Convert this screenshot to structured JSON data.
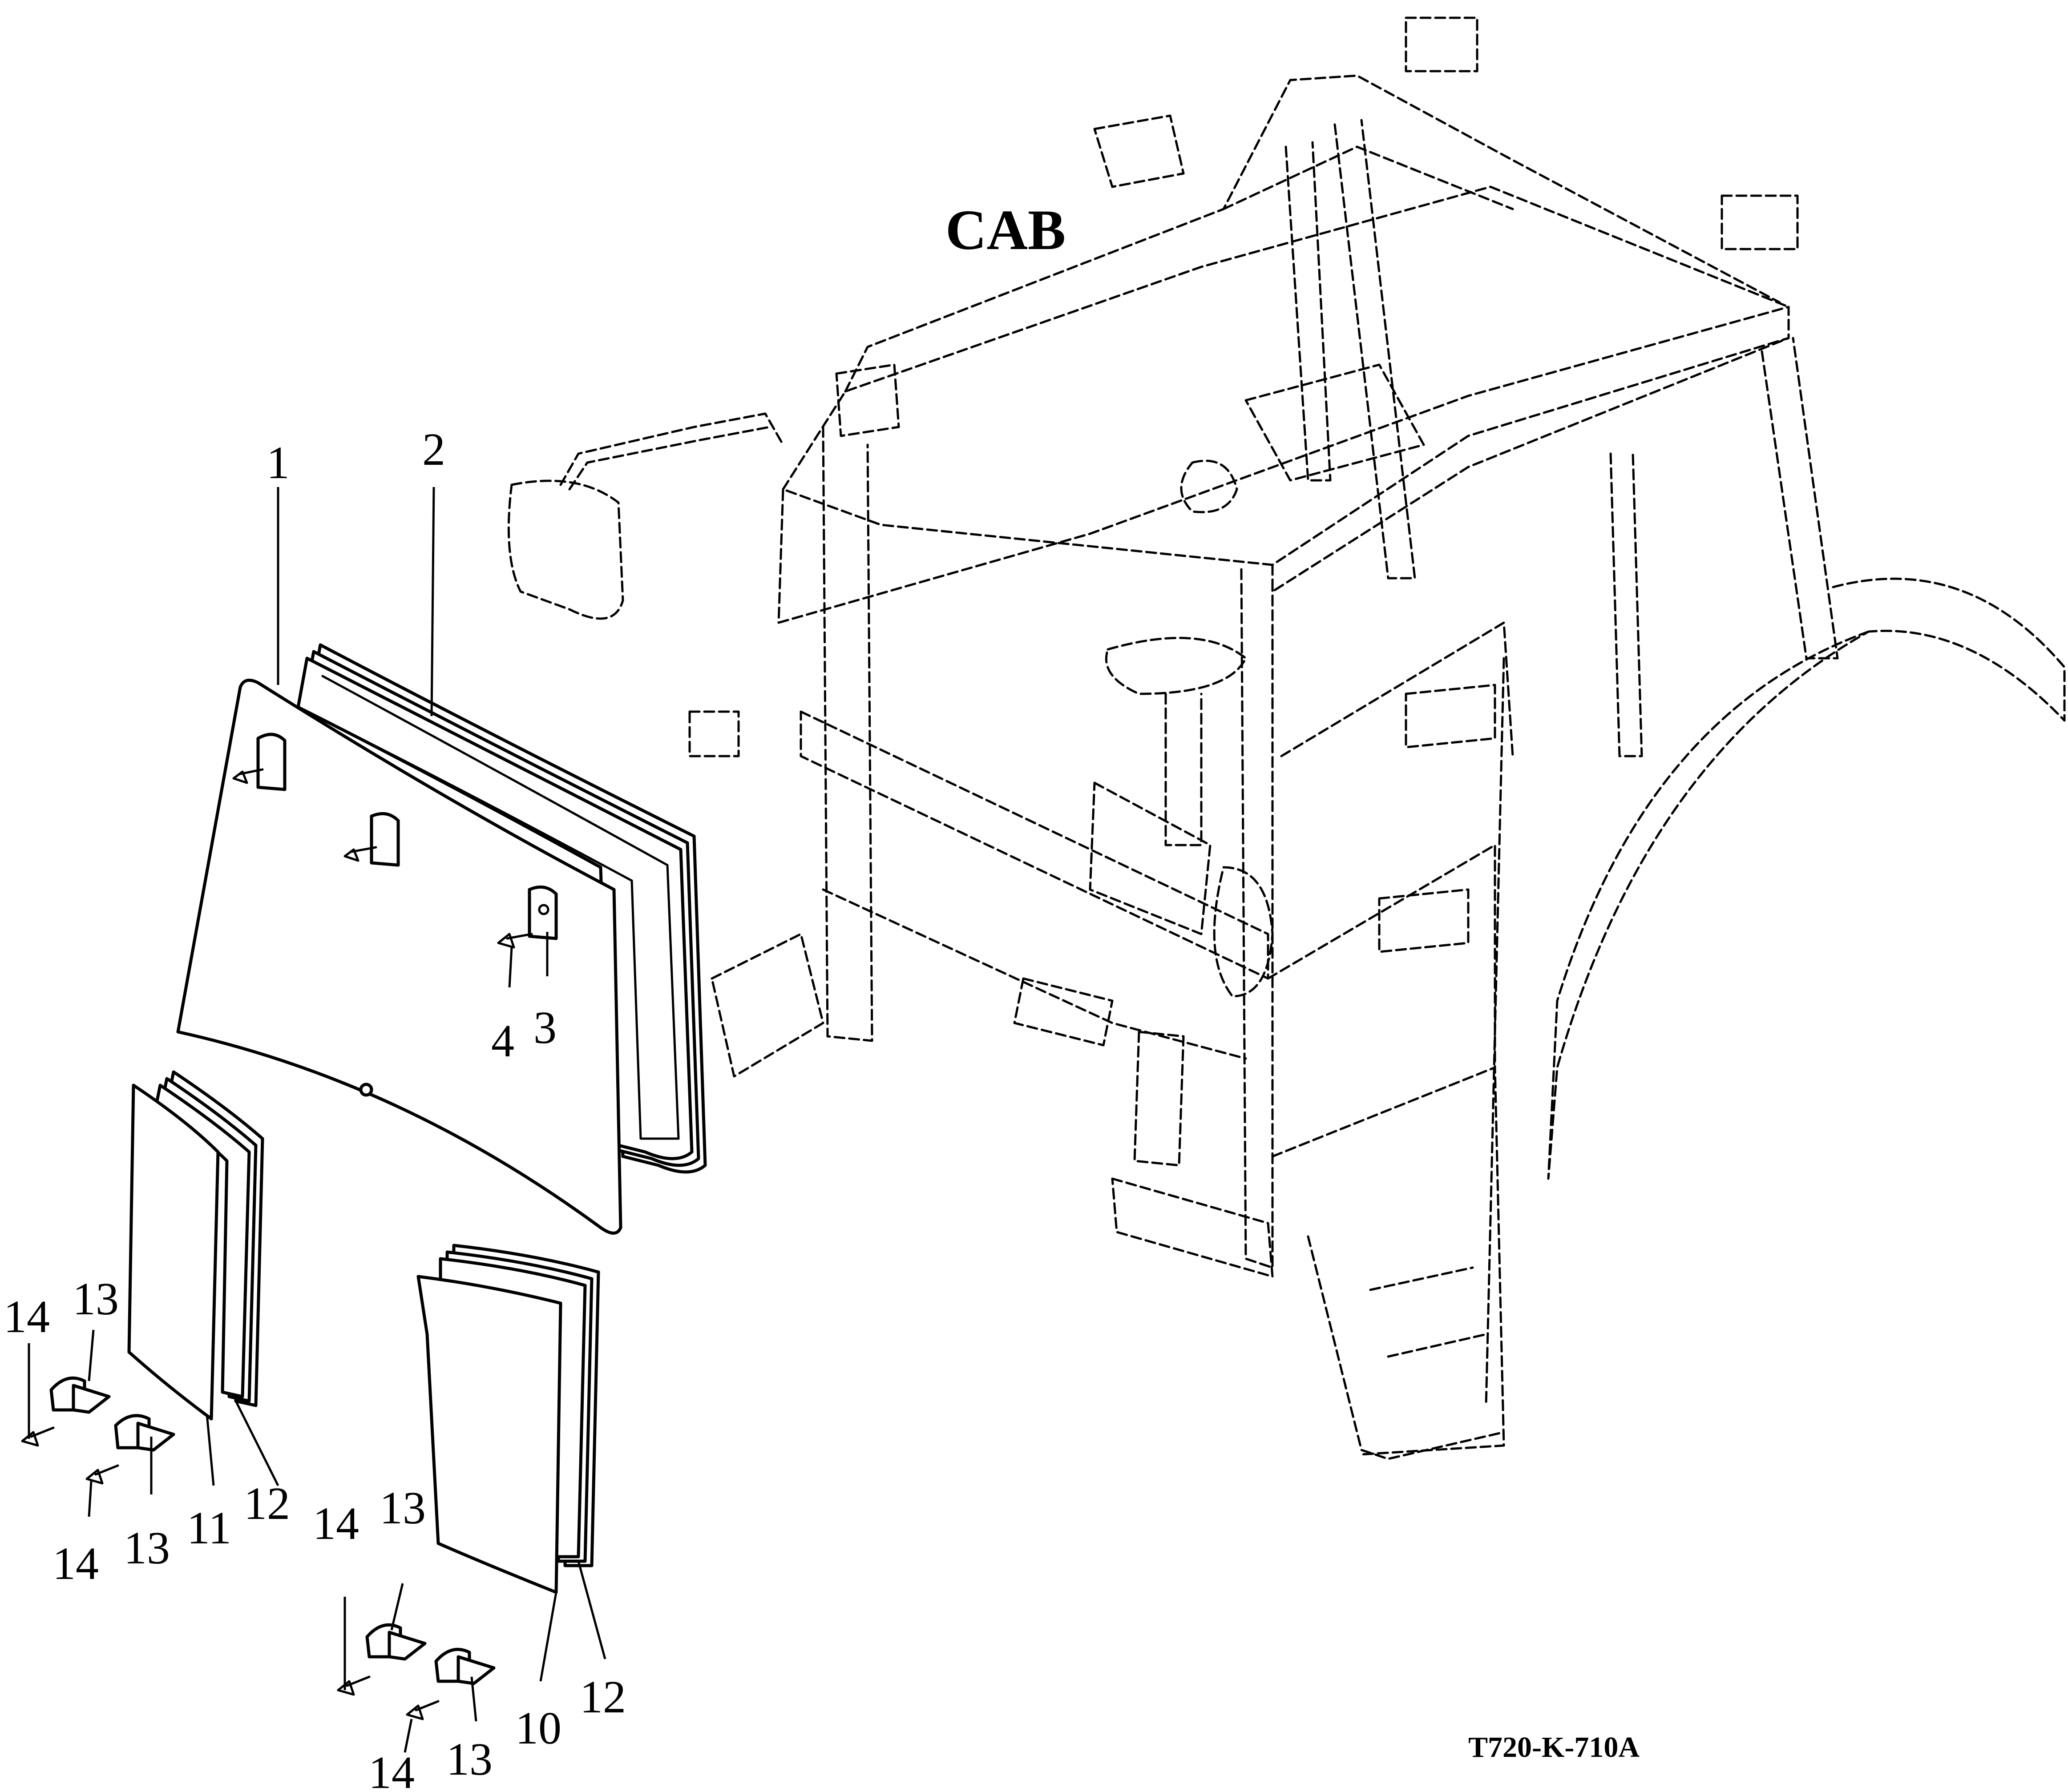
{
  "labels": {
    "cab": "CAB",
    "drawing_code": "T720-K-710A"
  },
  "callouts": [
    "1",
    "2",
    "3",
    "4",
    "10",
    "11",
    "12",
    "12",
    "13",
    "13",
    "13",
    "13",
    "14",
    "14",
    "14",
    "14"
  ]
}
